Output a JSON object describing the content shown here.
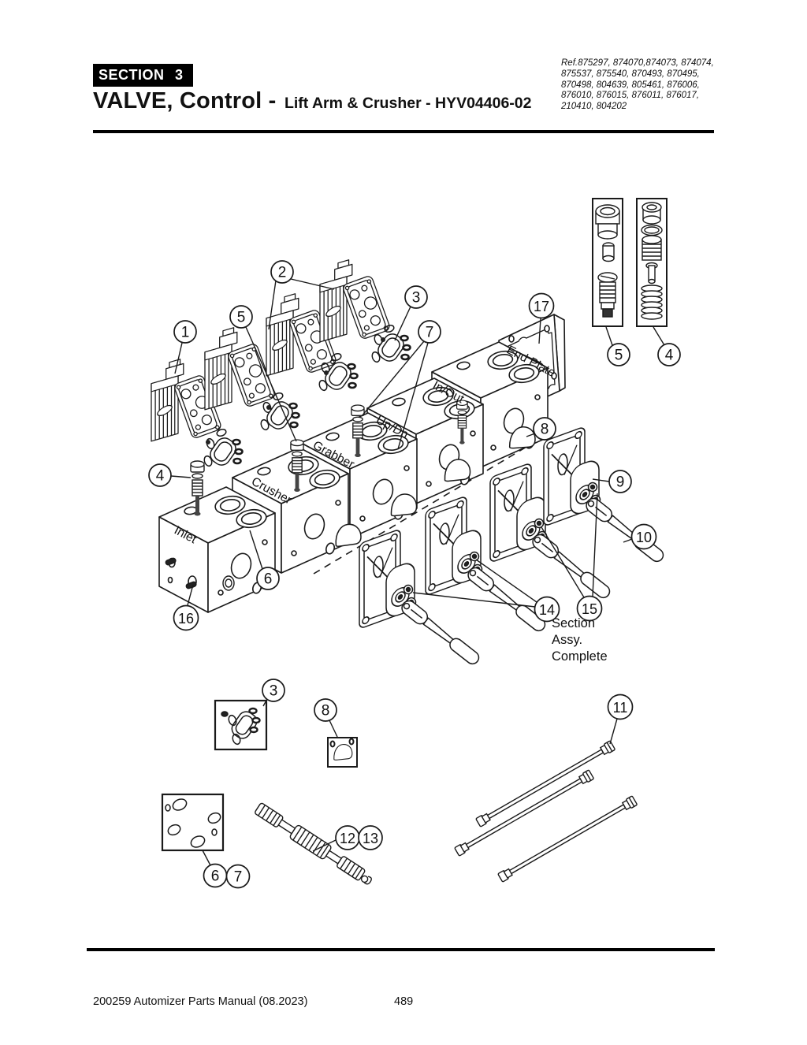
{
  "header": {
    "section_label": "SECTION 3",
    "title_main": "VALVE, Control -",
    "title_sub": "Lift Arm & Crusher - HYV04406-02",
    "ref_lines": [
      "Ref.875297, 874070,874073, 874074,",
      "875537, 875540, 870493, 870495,",
      "870498, 804639, 805461, 876006,",
      "876010, 876015, 876011, 876017,",
      "210410, 804202"
    ]
  },
  "diagram": {
    "labels": {
      "end_plate": "End Plate",
      "in_out": "In/Out",
      "up_dn": "Up/Dn",
      "grabber": "Grabber",
      "crusher": "Crusher",
      "inlet": "Inlet"
    },
    "note": {
      "line1": "Section",
      "line2": "Assy.",
      "line3": "Complete"
    },
    "callouts": [
      {
        "n": "1"
      },
      {
        "n": "2"
      },
      {
        "n": "5"
      },
      {
        "n": "3"
      },
      {
        "n": "7"
      },
      {
        "n": "17"
      },
      {
        "n": "5"
      },
      {
        "n": "4"
      },
      {
        "n": "8"
      },
      {
        "n": "9"
      },
      {
        "n": "10"
      },
      {
        "n": "4"
      },
      {
        "n": "6"
      },
      {
        "n": "16"
      },
      {
        "n": "14"
      },
      {
        "n": "15"
      },
      {
        "n": "3"
      },
      {
        "n": "8"
      },
      {
        "n": "11"
      },
      {
        "n": "12"
      },
      {
        "n": "13"
      },
      {
        "n": "6"
      },
      {
        "n": "7"
      }
    ]
  },
  "footer": {
    "manual": "200259 Automizer Parts Manual (08.2023)",
    "page": "489"
  }
}
